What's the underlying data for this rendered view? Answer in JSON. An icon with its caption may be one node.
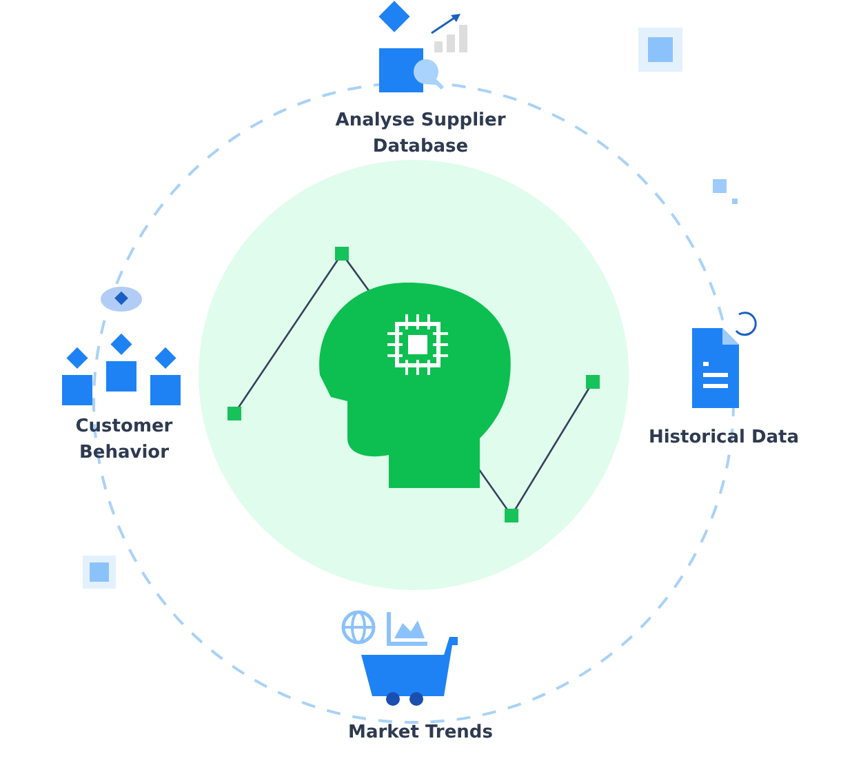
{
  "diagram": {
    "nodes": [
      {
        "text": [
          "Analyse Supplier Database"
        ]
      },
      {
        "text": [
          "Customer Behavior"
        ]
      },
      {
        "text": [
          "Historical Data"
        ]
      },
      {
        "text": [
          "Market Trends"
        ]
      }
    ]
  }
}
